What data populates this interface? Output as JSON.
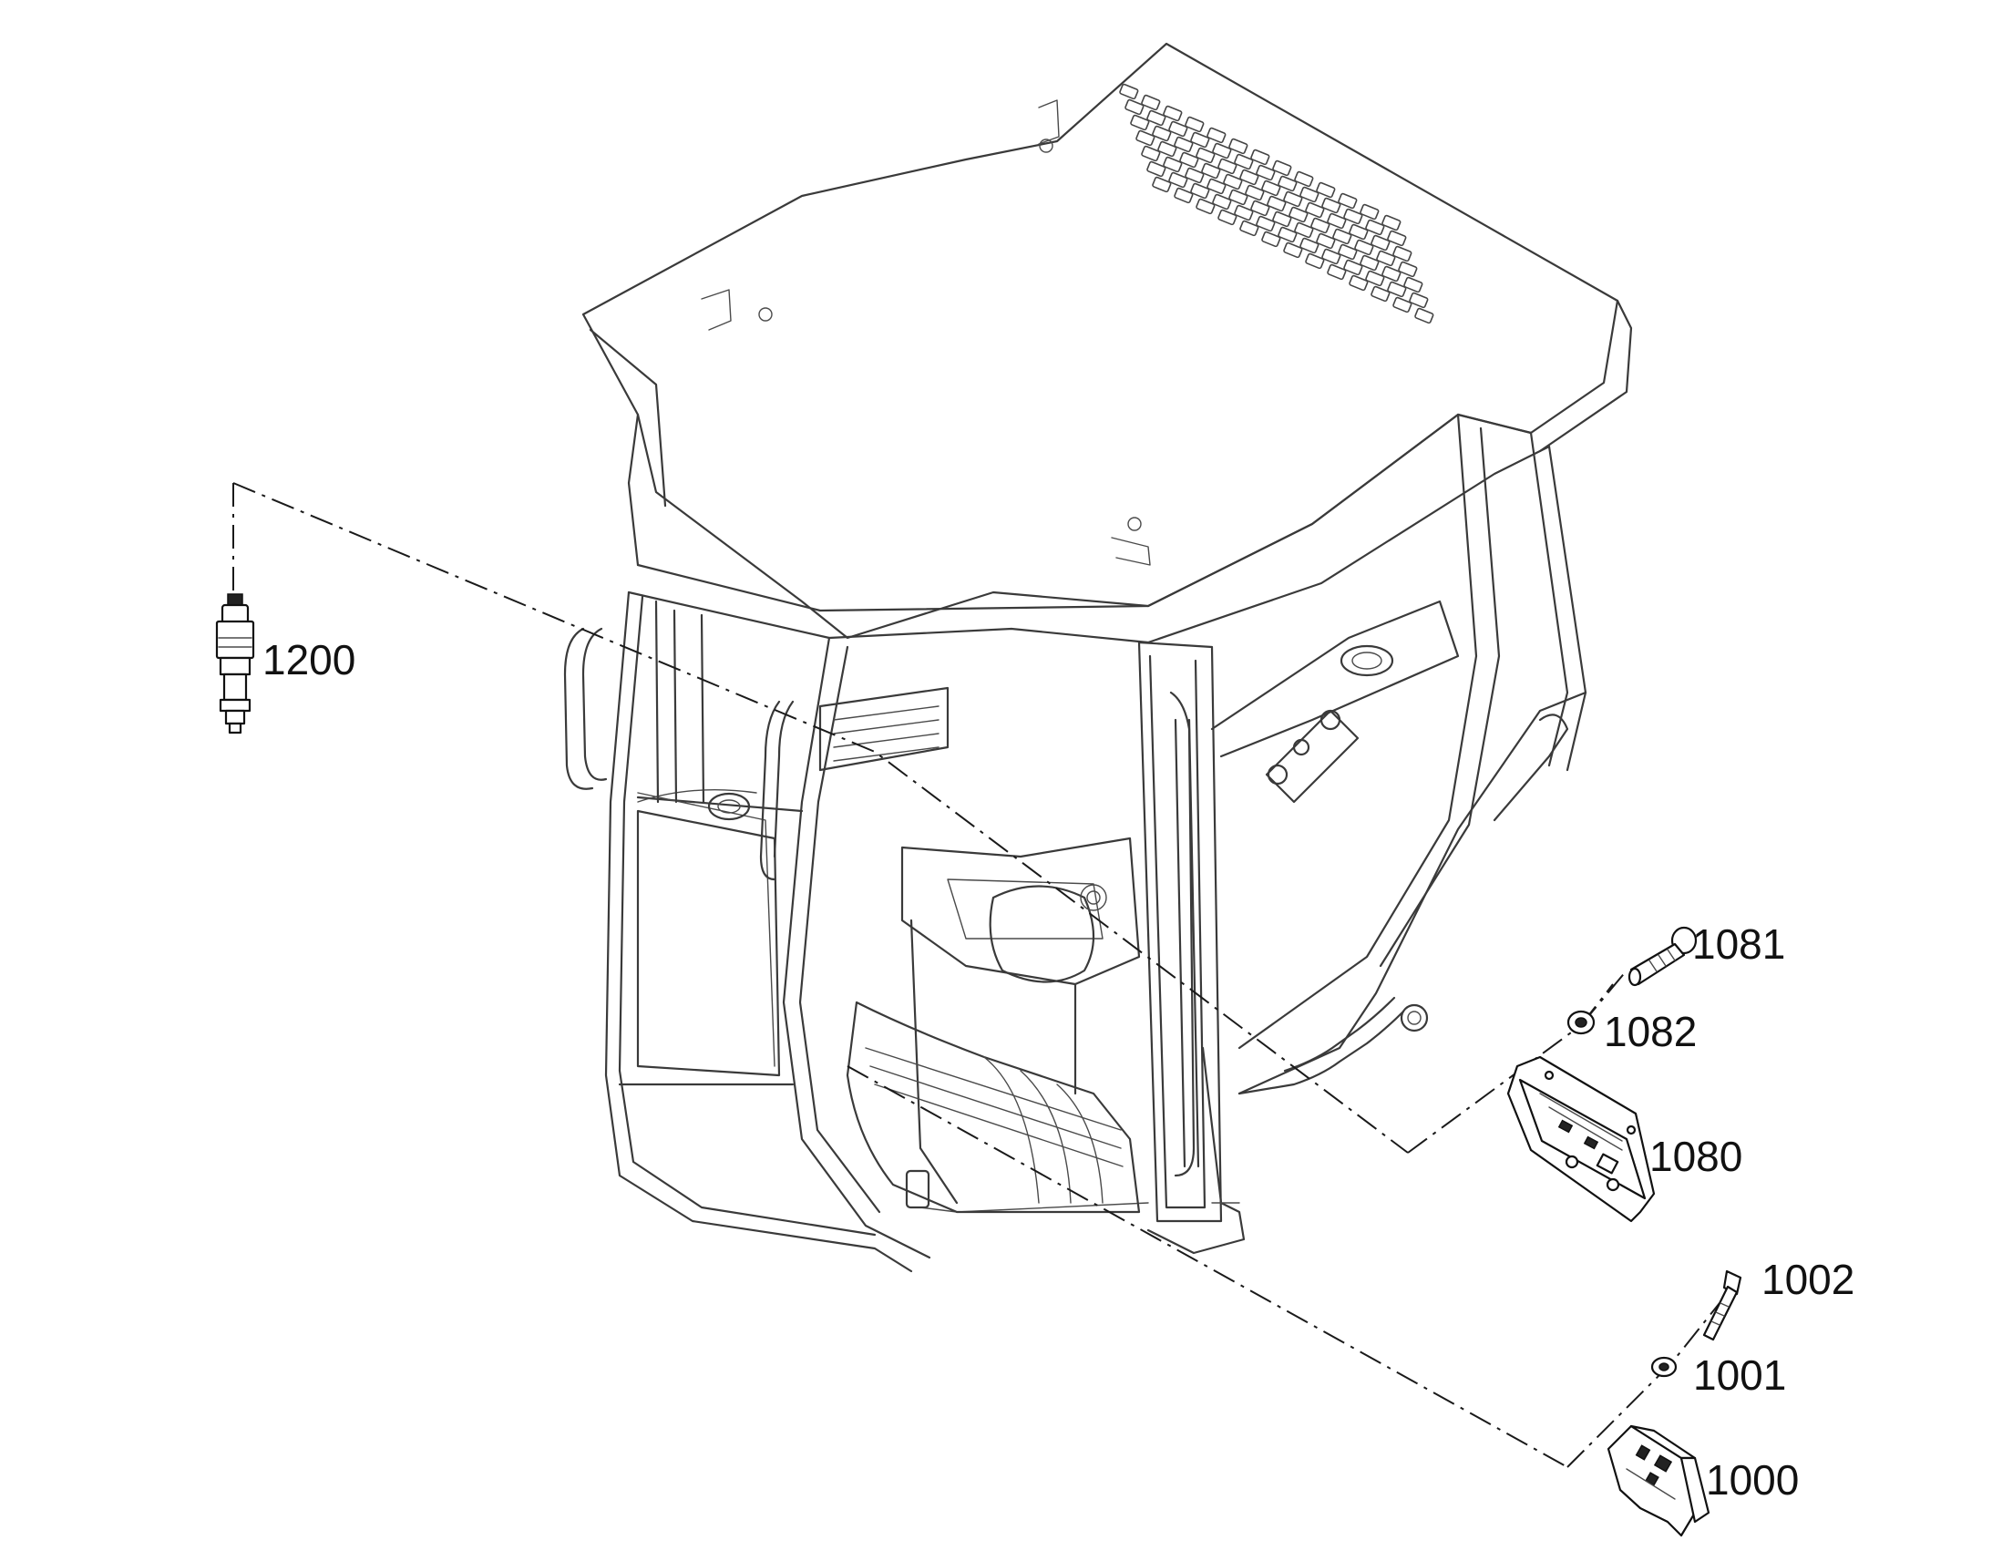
{
  "diagram": {
    "subject": "cab assembly exploded view",
    "callouts": [
      {
        "id": "c1200",
        "label": "1200"
      },
      {
        "id": "c1081",
        "label": "1081"
      },
      {
        "id": "c1082",
        "label": "1082"
      },
      {
        "id": "c1080",
        "label": "1080"
      },
      {
        "id": "c1002",
        "label": "1002"
      },
      {
        "id": "c1001",
        "label": "1001"
      },
      {
        "id": "c1000",
        "label": "1000"
      }
    ]
  }
}
